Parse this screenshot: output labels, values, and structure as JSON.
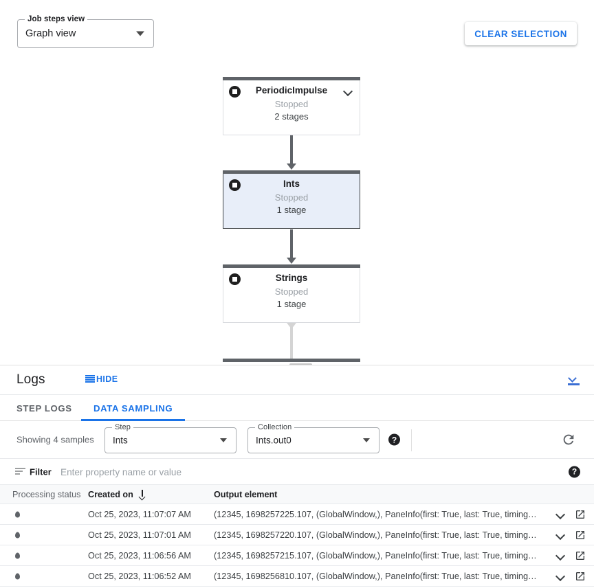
{
  "graph": {
    "view_selector": {
      "label": "Job steps view",
      "value": "Graph view",
      "icon": "chevron-down-icon"
    },
    "clear_selection_label": "CLEAR SELECTION",
    "nodes": [
      {
        "title": "PeriodicImpulse",
        "status": "Stopped",
        "stages": "2 stages",
        "selected": false,
        "has_chevron": true,
        "icon": "stop-icon"
      },
      {
        "title": "Ints",
        "status": "Stopped",
        "stages": "1 stage",
        "selected": true,
        "has_chevron": false,
        "icon": "stop-icon"
      },
      {
        "title": "Strings",
        "status": "Stopped",
        "stages": "1 stage",
        "selected": false,
        "has_chevron": false,
        "icon": "stop-icon"
      }
    ]
  },
  "logs": {
    "title": "Logs",
    "hide_label": "HIDE",
    "hide_icon": "list-icon",
    "collapse_icon": "collapse-panel-icon",
    "tabs": [
      {
        "label": "STEP LOGS",
        "active": false
      },
      {
        "label": "DATA SAMPLING",
        "active": true
      }
    ]
  },
  "sampling": {
    "showing_text": "Showing 4 samples",
    "step_selector": {
      "label": "Step",
      "value": "Ints"
    },
    "collection_selector": {
      "label": "Collection",
      "value": "Ints.out0"
    },
    "help_icon": "help-icon",
    "help_glyph": "?",
    "refresh_icon": "refresh-icon"
  },
  "filter": {
    "icon": "filter-icon",
    "label": "Filter",
    "placeholder": "Enter property name or value",
    "value": "",
    "help_icon": "help-icon",
    "help_glyph": "?"
  },
  "table": {
    "columns": [
      {
        "key": "status",
        "label": "Processing status",
        "sorted": false
      },
      {
        "key": "created",
        "label": "Created on",
        "sorted": true,
        "sort_direction": "desc"
      },
      {
        "key": "element",
        "label": "Output element",
        "sorted": false
      }
    ],
    "rows": [
      {
        "status_icon": "status-dot",
        "created": "Oct 25, 2023, 11:07:07 AM",
        "element": "(12345, 1698257225.107, (GlobalWindow,), PaneInfo(first: True, last: True, timing…",
        "expand_icon": "chevron-down-icon",
        "open_icon": "open-in-new-icon"
      },
      {
        "status_icon": "status-dot",
        "created": "Oct 25, 2023, 11:07:01 AM",
        "element": "(12345, 1698257220.107, (GlobalWindow,), PaneInfo(first: True, last: True, timing…",
        "expand_icon": "chevron-down-icon",
        "open_icon": "open-in-new-icon"
      },
      {
        "status_icon": "status-dot",
        "created": "Oct 25, 2023, 11:06:56 AM",
        "element": "(12345, 1698257215.107, (GlobalWindow,), PaneInfo(first: True, last: True, timing…",
        "expand_icon": "chevron-down-icon",
        "open_icon": "open-in-new-icon"
      },
      {
        "status_icon": "status-dot",
        "created": "Oct 25, 2023, 11:06:52 AM",
        "element": "(12345, 1698256810.107, (GlobalWindow,), PaneInfo(first: True, last: True, timing…",
        "expand_icon": "chevron-down-icon",
        "open_icon": "open-in-new-icon"
      }
    ]
  },
  "colors": {
    "accent_blue": "#1a73e8",
    "node_bar": "#5f6368",
    "node_selected_bg": "#e8eef9",
    "node_selected_border": "#3c4043",
    "muted_text": "#9aa0a6",
    "table_head_bg": "#f8f9fa"
  }
}
